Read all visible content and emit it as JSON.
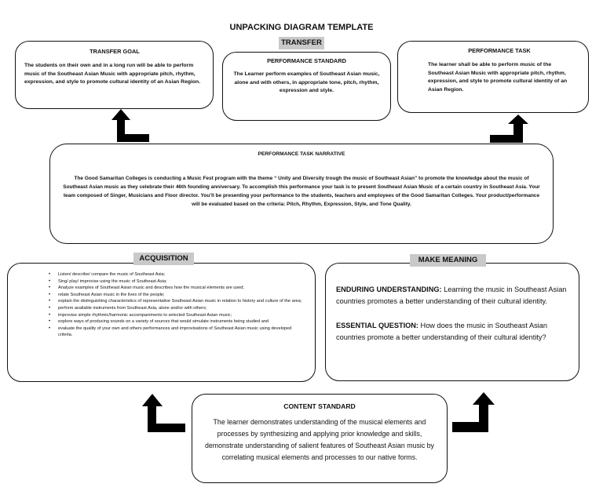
{
  "page_title": "UNPACKING DIAGRAM TEMPLATE",
  "tags": {
    "transfer": "TRANSFER",
    "acquisition": "ACQUISITION",
    "make_meaning": "MAKE MEANING"
  },
  "transfer_goal": {
    "title": "TRANSFER GOAL",
    "text": "The students on their own and in a long run will be able to perform music of the Southeast Asian Music with appropriate pitch, rhythm, expression, and style to promote cultural identity of an Asian Region."
  },
  "performance_standard": {
    "title": "PERFORMANCE STANDARD",
    "text": "The Learner perform examples of Southeast Asian music, alone and with others, in appropriate tone, pitch, rhythm, expression and style."
  },
  "performance_task": {
    "title": "PERFORMANCE TASK",
    "text": "The learner shall be able to perform music of the Southeast Asian Music with appropriate pitch, rhythm, expression, and style to promote cultural identity of an Asian Region."
  },
  "narrative": {
    "title": "PERFORMANCE TASK NARRATIVE",
    "text": "The Good Samaritan Colleges is conducting a Music Fest program with the theme “ Unity and Diversity trough the music of Southeast Asian” to promote the knowledge about the music of Southeast Asian music as they celebrate their 46th founding anniversary. To accomplish this performance your task is to present Southeast Asian Music of a certain country in Southeast Asia. Your team composed of Singer, Musicians and Floor director. You’ll be presenting your performance to the students, teachers and employees of the Good Samaritan Colleges. Your product/performance will be evaluated based on the criteria: Pitch, Rhythm, Expression, Style, and Tone Quality."
  },
  "acquisition": {
    "items": [
      "Listen/ describe/ compare the music of Southeast Asia;",
      "Sing/ play/ improvise using the music of Southeast Asia;",
      "Analyze examples of Southeast Asian music and describes how the musical elements are used;",
      "relate Southeast Asian music in the lives of the people;",
      "explain the distinguishing characteristics of representative Southeast Asian music in relation to history and culture of the area;",
      "perform available instruments from Southeast Asia, alone and/or with others;",
      "improvise simple rhythmic/harmonic accompaniments to selected Southeast Asian music;",
      "explore ways of producing sounds on a variety of sources that would simulate instruments being studied and",
      "evaluate the quality of your own and others performances and improvisations of Southeast Asian music using developed criteria."
    ]
  },
  "make_meaning": {
    "eu_label": "ENDURING UNDERSTANDING:",
    "eu_text": " Learning the music in Southeast Asian countries promotes a better understanding of their cultural identity.",
    "eq_label": "ESSENTIAL QUESTION:",
    "eq_text": " How does the music in Southeast Asian countries promote a better understanding of their cultural identity?"
  },
  "content_standard": {
    "title": "CONTENT STANDARD",
    "text": "The learner demonstrates understanding of the musical elements and processes by synthesizing and applying prior knowledge and skills, demonstrate understanding of salient features of Southeast Asian music by correlating musical elements and processes to our native forms."
  }
}
